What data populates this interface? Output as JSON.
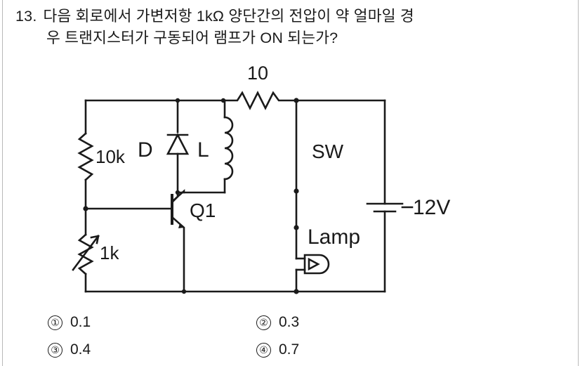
{
  "question": {
    "number": "13.",
    "line1": "다음 회로에서 가변저항 1kΩ 양단간의 전압이 약 얼마일 경",
    "line2": "우 트랜지스터가 구동되어 램프가 ON 되는가?"
  },
  "circuit": {
    "title": "transistor lamp driver circuit",
    "labels": {
      "r_top": "10",
      "r_bias": "10k",
      "r_var": "1k",
      "diode": "D",
      "inductor": "L",
      "transistor": "Q1",
      "switch": "SW",
      "lamp": "Lamp",
      "battery": "12V"
    },
    "components": [
      {
        "name": "resistor-10k",
        "label": "10k",
        "type": "resistor"
      },
      {
        "name": "variable-resistor",
        "label": "1k",
        "type": "variable-resistor"
      },
      {
        "name": "diode",
        "label": "D",
        "type": "diode"
      },
      {
        "name": "inductor",
        "label": "L",
        "type": "inductor"
      },
      {
        "name": "resistor-10",
        "label": "10",
        "type": "resistor"
      },
      {
        "name": "transistor",
        "label": "Q1",
        "type": "npn-transistor"
      },
      {
        "name": "switch",
        "label": "SW",
        "type": "switch"
      },
      {
        "name": "lamp",
        "label": "Lamp",
        "type": "lamp"
      },
      {
        "name": "battery",
        "label": "12V",
        "type": "battery"
      }
    ]
  },
  "options": [
    {
      "marker": "①",
      "text": "0.1"
    },
    {
      "marker": "②",
      "text": "0.3"
    },
    {
      "marker": "③",
      "text": "0.4"
    },
    {
      "marker": "④",
      "text": "0.7"
    }
  ],
  "colors": {
    "ink": "#1a1a1a",
    "paper": "#ffffff",
    "edge": "#b9b9b9"
  }
}
